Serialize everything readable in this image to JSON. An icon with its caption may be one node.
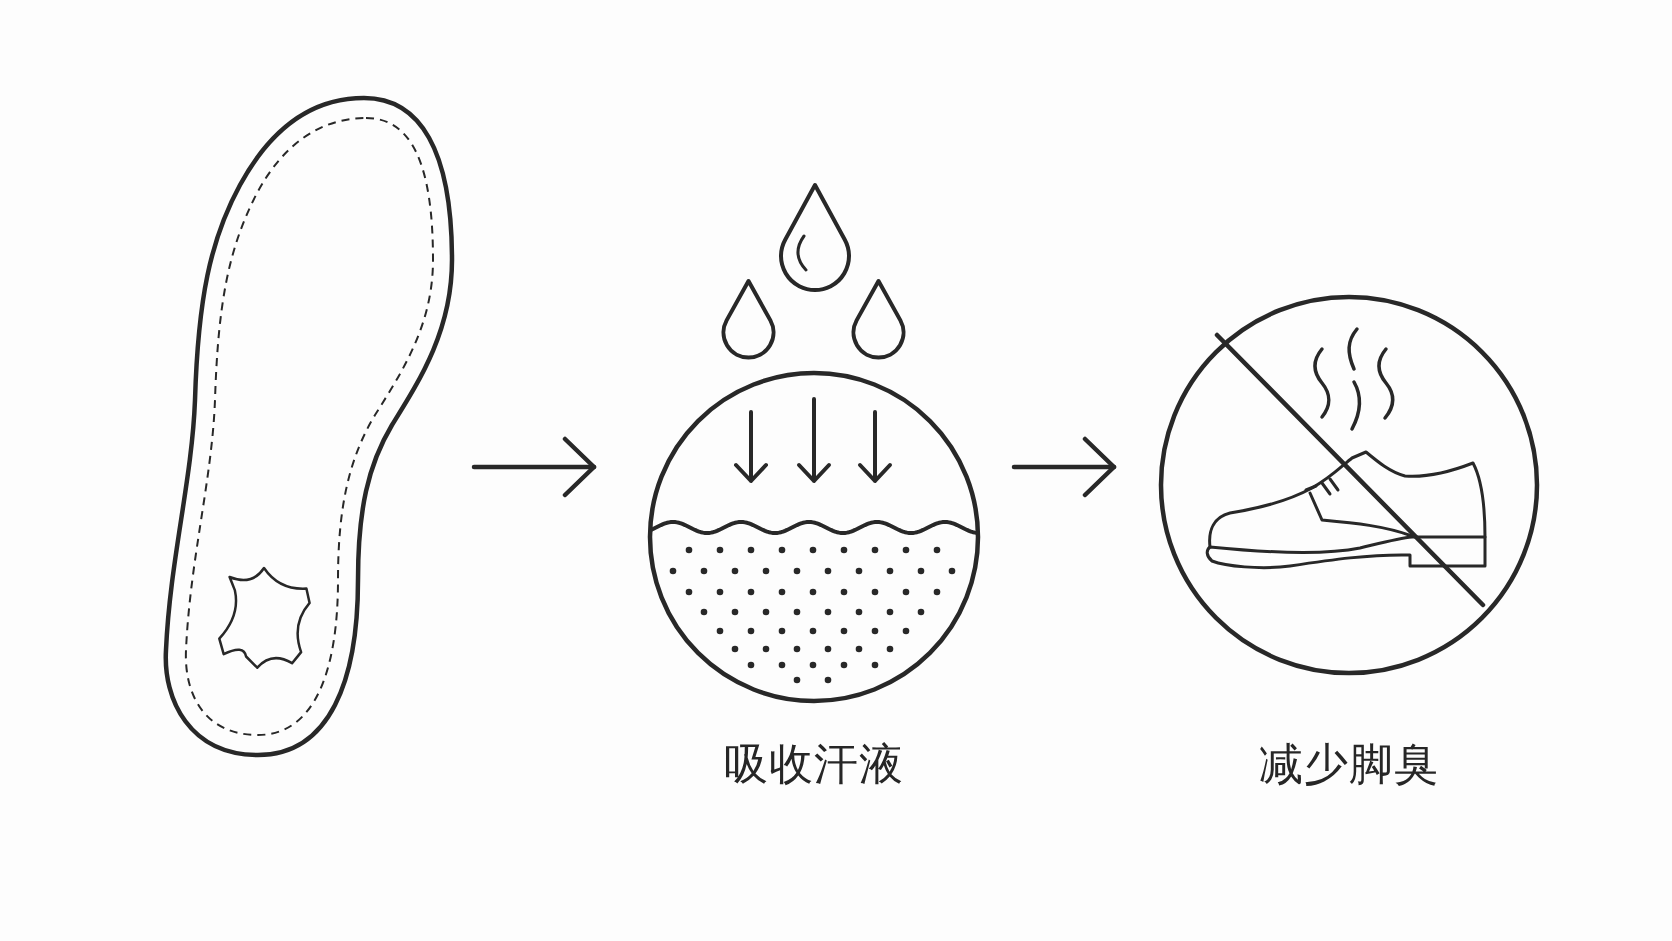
{
  "diagram": {
    "nodes": [
      {
        "text": [],
        "shape": "picture"
      },
      {
        "text": [
          "吸收汗液"
        ]
      },
      {
        "text": [
          "减少脚臭"
        ]
      }
    ],
    "edges": [
      {
        "from": 0,
        "to": 1,
        "arrow": "to"
      },
      {
        "from": 1,
        "to": 2,
        "arrow": "to"
      }
    ]
  }
}
